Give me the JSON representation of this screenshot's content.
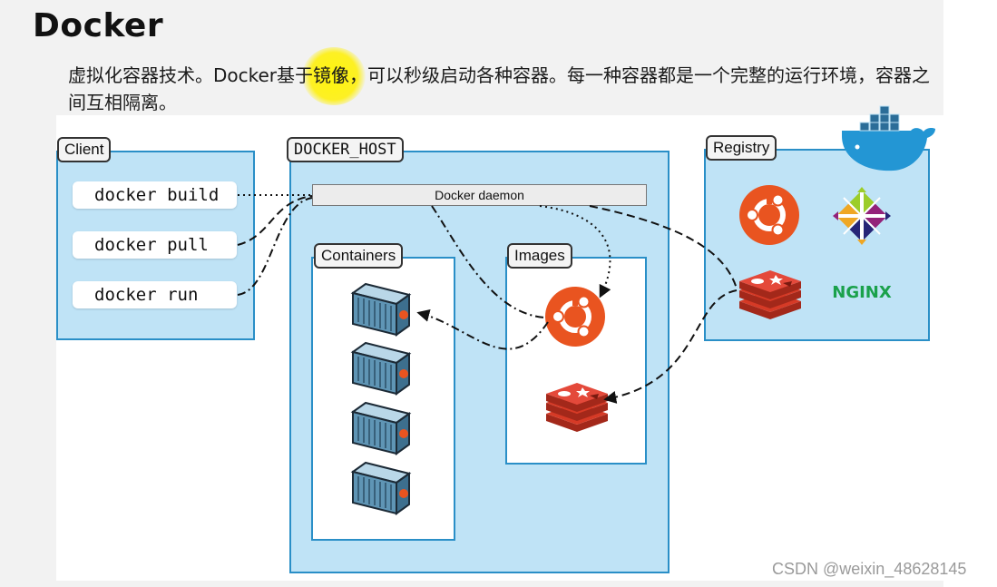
{
  "slide": {
    "title": "Docker",
    "subtitle": "虚拟化容器技术。Docker基于镜像，可以秒级启动各种容器。每一种容器都是一个完整的运行环境，容器之间互相隔离。"
  },
  "diagram": {
    "client": {
      "label": "Client",
      "commands": [
        "docker build",
        "docker pull",
        "docker run"
      ]
    },
    "docker_host": {
      "label": "DOCKER_HOST",
      "daemon_label": "Docker daemon",
      "containers_label": "Containers",
      "images_label": "Images"
    },
    "registry": {
      "label": "Registry",
      "nginx_text": "NGINX"
    },
    "colors": {
      "panel_fill": "#bfe3f6",
      "panel_border": "#2a8fc7",
      "ubuntu_orange": "#e95420",
      "redis_red": "#d63a26",
      "container_blue": "#5f95b5",
      "docker_blue": "#2396d4",
      "nginx_green": "#1aa14b",
      "highlight_yellow": "#fff200"
    },
    "icons": [
      "docker-whale-icon",
      "ubuntu-logo-icon",
      "centos-logo-icon",
      "redis-logo-icon",
      "nginx-logo-icon",
      "shipping-container-icon"
    ]
  },
  "watermark": "CSDN @weixin_48628145",
  "cursor_glyph": "I"
}
